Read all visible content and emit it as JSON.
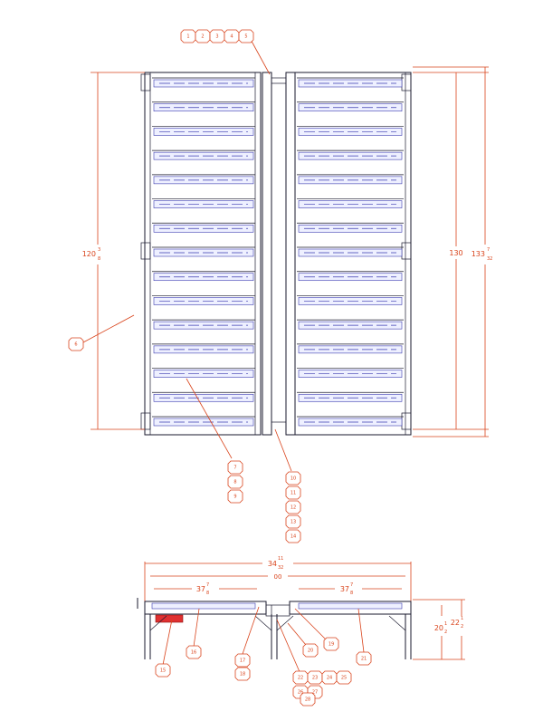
{
  "drawing": {
    "top_view": {
      "roller_rows": 15,
      "dimensions": {
        "left_height": "120",
        "left_height_frac_num": "3",
        "left_height_frac_den": "8",
        "right_inner": "130",
        "right_outer": "133",
        "right_outer_frac_num": "7",
        "right_outer_frac_den": "32"
      },
      "callouts": {
        "top_row": [
          "1",
          "2",
          "3",
          "4",
          "5"
        ],
        "left_side": "6",
        "middle_stack": [
          "7",
          "8",
          "9"
        ],
        "bottom_stack": [
          "10",
          "11",
          "12",
          "13",
          "14"
        ]
      }
    },
    "side_view": {
      "dimensions": {
        "overall_width": "34",
        "overall_frac_num": "11",
        "overall_frac_den": "32",
        "inner_width": "00",
        "left_section": "37",
        "left_frac_num": "7",
        "left_frac_den": "8",
        "right_section": "37",
        "right_frac_num": "7",
        "right_frac_den": "8",
        "height_a": "20",
        "height_a_frac_num": "1",
        "height_a_frac_den": "2",
        "height_b": "22",
        "height_b_frac_num": "1",
        "height_b_frac_den": "2"
      },
      "callouts": {
        "left_leg": "15",
        "left_roller": "16",
        "center_stack": [
          "17",
          "18"
        ],
        "center_right": "19",
        "center_small": "20",
        "right_roller": "21",
        "bottom_cluster": [
          "22",
          "23",
          "24",
          "25",
          "26",
          "27",
          "28"
        ]
      }
    },
    "colors": {
      "dimension": "#d9441c",
      "frame": "#1a1a2e",
      "roller": "#3b3bb0"
    }
  }
}
